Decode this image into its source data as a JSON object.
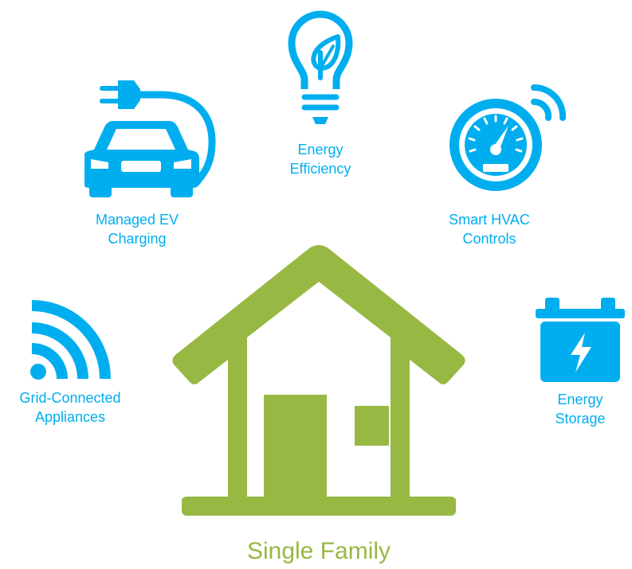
{
  "colors": {
    "accent": "#00aeef",
    "house": "#97b843"
  },
  "items": [
    {
      "icon": "lightbulb-leaf-icon",
      "line1": "Energy",
      "line2": "Efficiency"
    },
    {
      "icon": "electric-car-plug-icon",
      "line1": "Managed EV",
      "line2": "Charging"
    },
    {
      "icon": "thermostat-gauge-icon",
      "line1": "Smart HVAC",
      "line2": "Controls"
    },
    {
      "icon": "wifi-signal-icon",
      "line1": "Grid-Connected",
      "line2": "Appliances"
    },
    {
      "icon": "battery-icon",
      "line1": "Energy",
      "line2": "Storage"
    }
  ],
  "house": {
    "icon": "house-icon",
    "label": "Single Family"
  }
}
